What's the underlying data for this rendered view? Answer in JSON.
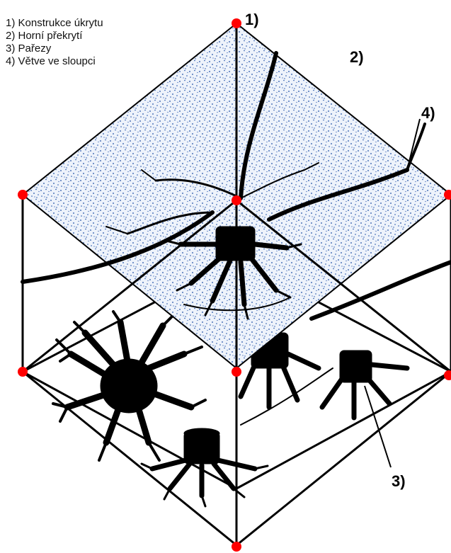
{
  "legend": {
    "items": [
      "1) Konstrukce úkrytu",
      "2) Horní překrytí",
      "3) Pařezy",
      "4) Větve ve sloupci"
    ]
  },
  "callouts": {
    "c1": "1)",
    "c2": "2)",
    "c3": "3)",
    "c4": "4)"
  },
  "colors": {
    "vertex": "#ff0000",
    "frame": "#000000",
    "cover_fill": "#dfe8f5",
    "cover_speckle": "#1f4fa6",
    "stump": "#000000"
  }
}
